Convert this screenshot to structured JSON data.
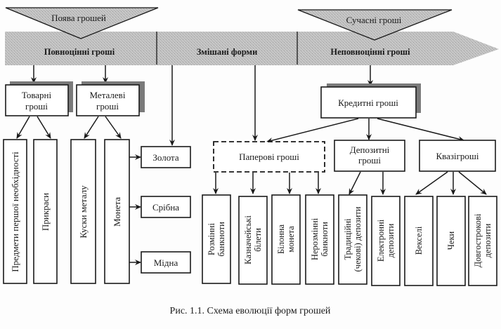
{
  "colors": {
    "band": "#bdbdbd",
    "triangle": "#c4c4c4",
    "shadow": "#7a7a7a",
    "line": "#1a1a1a"
  },
  "timeline": {
    "triangle_left": "Поява грошей",
    "triangle_right": "Сучасні гроші",
    "segments": [
      "Повноцінні гроші",
      "Змішані форми",
      "Неповноцінні гроші"
    ]
  },
  "level1": {
    "commodity": [
      "Товарні",
      "гроші"
    ],
    "metal": [
      "Металеві",
      "гроші"
    ],
    "credit": "Кредитні гроші"
  },
  "level2": {
    "paper": "Паперові гроші",
    "deposit": [
      "Депозитні",
      "гроші"
    ],
    "quasi": "Квазігроші"
  },
  "leaves": {
    "commodity": [
      "Предмети першої необхідності",
      "Прикраси"
    ],
    "metal": [
      "Куски металу",
      "Монета"
    ],
    "coins": [
      "Золота",
      "Срібна",
      "Мідна"
    ],
    "paper": [
      [
        "Розмінні",
        "банкноти"
      ],
      [
        "Казначейські",
        "білети"
      ],
      [
        "Білонна",
        "монета"
      ],
      [
        "Нерозмінні",
        "банкноти"
      ]
    ],
    "deposit": [
      [
        "Традиційні",
        "(чекові) депозити"
      ],
      [
        "Електронні",
        "депозити"
      ]
    ],
    "quasi": [
      [
        "Векселі"
      ],
      [
        "Чеки"
      ],
      [
        "Довгострокові",
        "депозити"
      ]
    ]
  },
  "caption": "Рис. 1.1. Схема еволюції форм грошей"
}
